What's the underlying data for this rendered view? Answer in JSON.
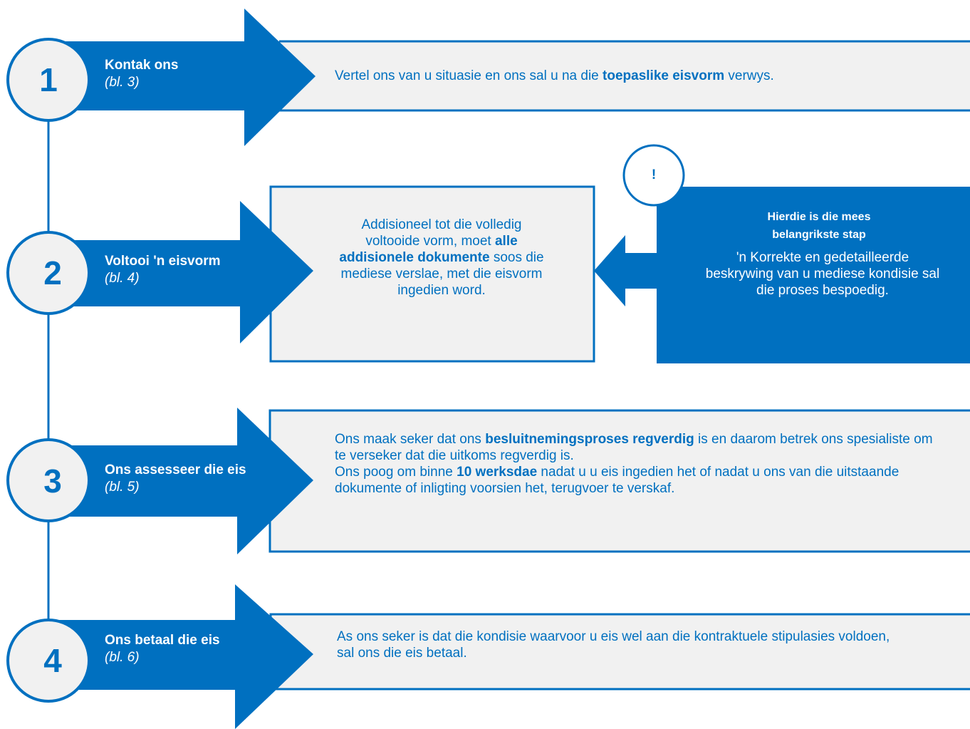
{
  "colors": {
    "primary": "#0070c0",
    "box_fill": "#f1f1f1",
    "background": "#ffffff"
  },
  "steps": [
    {
      "number": "1",
      "title": "Kontak ons",
      "ref": "(bl. 3)",
      "text_a": "Vertel ons van u situasie en ons sal u na die ",
      "text_b": "toepaslike eisvorm",
      "text_c": " verwys."
    },
    {
      "number": "2",
      "title": "Voltooi 'n eisvorm",
      "ref": "(bl. 4)",
      "text_a": "Addisioneel tot die volledig voltooide vorm, moet ",
      "text_b": "alle addisionele dokumente",
      "text_c": " soos die mediese verslae, met die eisvorm ingedien word."
    },
    {
      "number": "3",
      "title": "Ons assesseer die eis",
      "ref": "(bl. 5)",
      "p1_a": "Ons maak seker dat ons ",
      "p1_b": "besluitnemingsproses regverdig",
      "p1_c": " is en daarom betrek ons spesialiste om te verseker dat die uitkoms regverdig is.",
      "p2_a": "Ons poog om binne ",
      "p2_b": "10 werksdae",
      "p2_c": " nadat u u eis ingedien het of nadat u ons van die uitstaande dokumente of inligting voorsien het, terugvoer te verskaf."
    },
    {
      "number": "4",
      "title": "Ons betaal die eis",
      "ref": "(bl. 6)",
      "text": "As ons seker is dat die kondisie waarvoor u eis wel aan die kontraktuele stipulasies voldoen, sal ons die eis betaal."
    }
  ],
  "callout": {
    "icon": "!",
    "heading": "Hierdie is die mees belangrikste stap",
    "text": "'n Korrekte en gedetailleerde beskrywing van u mediese kondisie sal die proses bespoedig."
  }
}
